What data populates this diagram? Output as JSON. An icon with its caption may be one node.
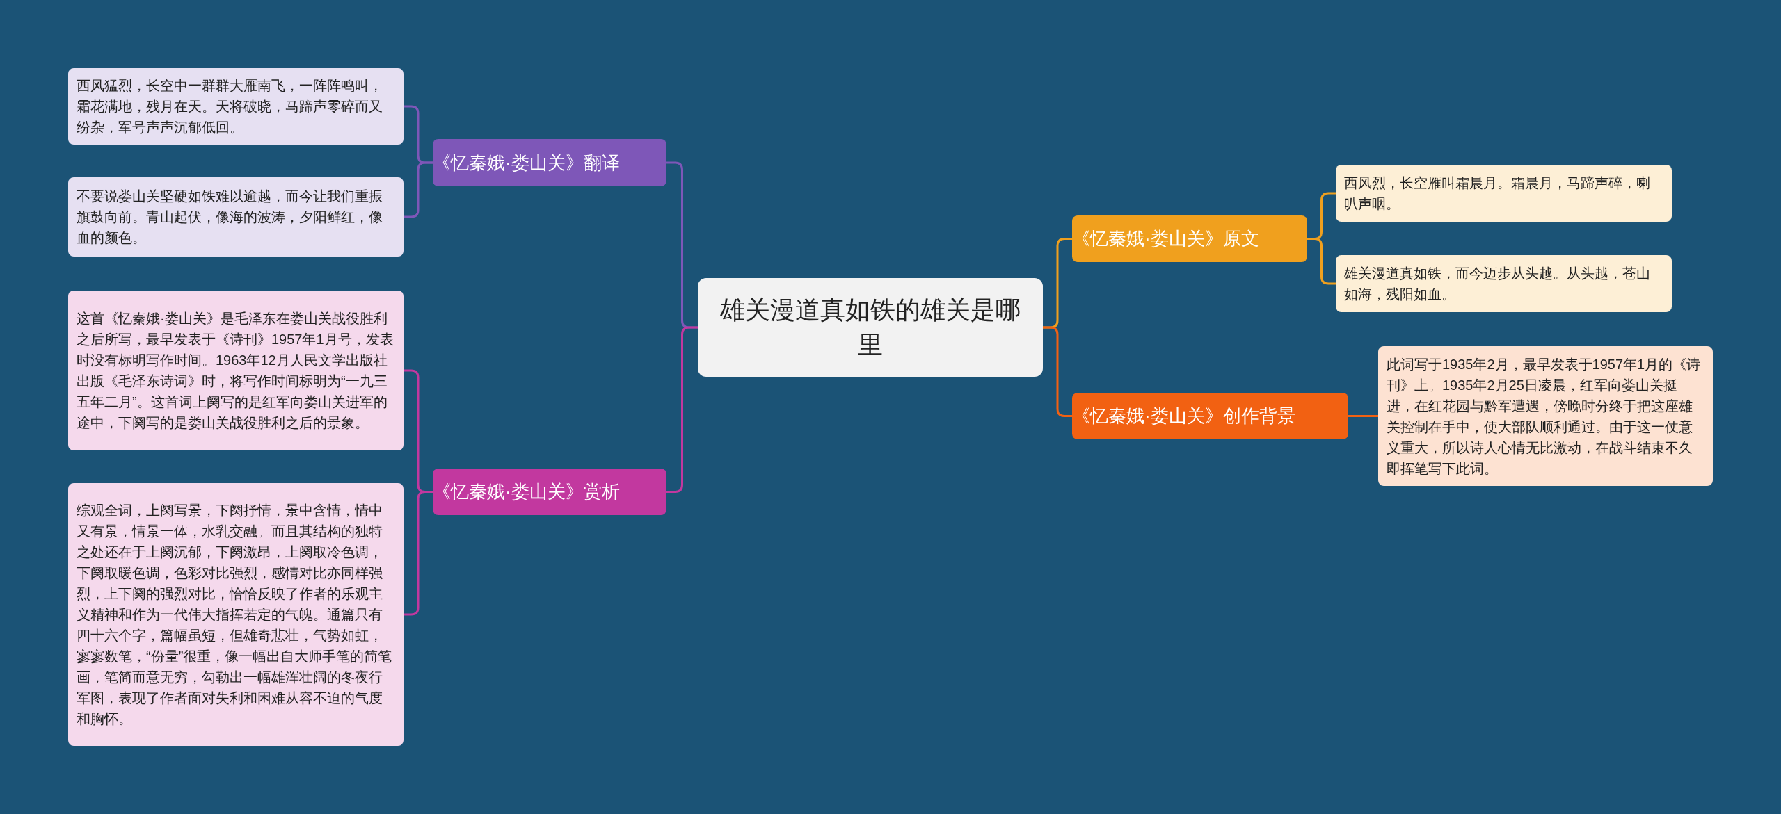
{
  "diagram": {
    "nodes": [
      {
        "text": [
          "雄关漫道真如铁的雄关是哪里"
        ]
      },
      {
        "text": [
          "《忆秦娥·娄山关》翻译"
        ]
      },
      {
        "text": [
          "西风猛烈，长空中一群群大雁南飞，一阵阵鸣叫，霜花满地，残月在天。天将破晓，马蹄声零碎而又纷杂，军号声声沉郁低回。"
        ]
      },
      {
        "text": [
          "不要说娄山关坚硬如铁难以逾越，而今让我们重振旗鼓向前。青山起伏，像海的波涛，夕阳鲜红，像血的颜色。"
        ]
      },
      {
        "text": [
          "《忆秦娥·娄山关》赏析"
        ]
      },
      {
        "text": [
          "这首《忆秦娥·娄山关》是毛泽东在娄山关战役胜利之后所写，最早发表于《诗刊》1957年1月号，发表时没有标明写作时间。1963年12月人民文学出版社出版《毛泽东诗词》时，将写作时间标明为“一九三五年二月”。这首词上阕写的是红军向娄山关进军的途中，下阕写的是娄山关战役胜利之后的景象。"
        ]
      },
      {
        "text": [
          "综观全词，上阕写景，下阕抒情，景中含情，情中又有景，情景一体，水乳交融。而且其结构的独特之处还在于上阕沉郁，下阕激昂，上阕取冷色调，下阕取暖色调，色彩对比强烈，感情对比亦同样强烈，上下阕的强烈对比，恰恰反映了作者的乐观主义精神和作为一代伟大指挥若定的气魄。通篇只有四十六个字，篇幅虽短，但雄奇悲壮，气势如虹，寥寥数笔，“份量”很重，像一幅出自大师手笔的简笔画，笔简而意无穷，勾勒出一幅雄浑壮阔的冬夜行军图，表现了作者面对失利和困难从容不迫的气度和胸怀。"
        ]
      },
      {
        "text": [
          "《忆秦娥·娄山关》原文"
        ]
      },
      {
        "text": [
          "西风烈，长空雁叫霜晨月。霜晨月，马蹄声碎，喇叭声咽。"
        ]
      },
      {
        "text": [
          "雄关漫道真如铁，而今迈步从头越。从头越，苍山如海，残阳如血。"
        ]
      },
      {
        "text": [
          "《忆秦娥·娄山关》创作背景"
        ]
      },
      {
        "text": [
          "此词写于1935年2月，最早发表于1957年1月的《诗刊》上。1935年2月25日凌晨，红军向娄山关挺进，在红花园与黔军遭遇，傍晚时分终于把这座雄关控制在手中，使大部队顺利通过。由于这一仗意义重大，所以诗人心情无比激动，在战斗结束不久即挥笔写下此词。"
        ]
      }
    ],
    "edges": [
      {
        "from": 0,
        "to": 1,
        "arrow": "none",
        "color": "#7e57b8"
      },
      {
        "from": 1,
        "to": 2,
        "arrow": "none",
        "color": "#7e57b8"
      },
      {
        "from": 1,
        "to": 3,
        "arrow": "none",
        "color": "#7e57b8"
      },
      {
        "from": 0,
        "to": 4,
        "arrow": "none",
        "color": "#c2389f"
      },
      {
        "from": 4,
        "to": 5,
        "arrow": "none",
        "color": "#c2389f"
      },
      {
        "from": 4,
        "to": 6,
        "arrow": "none",
        "color": "#c2389f"
      },
      {
        "from": 0,
        "to": 7,
        "arrow": "none",
        "color": "#f0a01e"
      },
      {
        "from": 7,
        "to": 8,
        "arrow": "none",
        "color": "#f0a01e"
      },
      {
        "from": 7,
        "to": 9,
        "arrow": "none",
        "color": "#f0a01e"
      },
      {
        "from": 0,
        "to": 10,
        "arrow": "none",
        "color": "#f26112"
      },
      {
        "from": 10,
        "to": 11,
        "arrow": "none",
        "color": "#f26112"
      }
    ]
  }
}
